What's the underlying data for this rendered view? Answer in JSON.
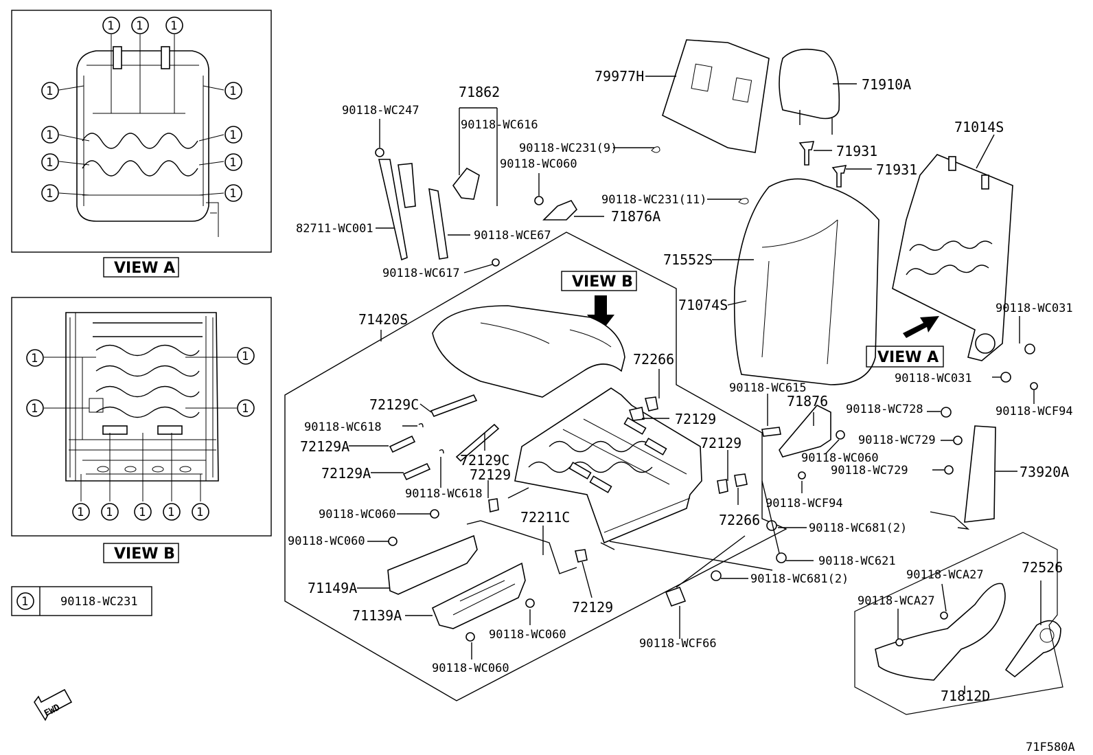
{
  "diagram": {
    "code": "71F580A",
    "view_a_title": "VIEW A",
    "view_b_title": "VIEW B",
    "view_b_arrow_label": "VIEW B",
    "view_a_arrow_label": "VIEW A",
    "fwd_label": "FWD",
    "callout_symbol": "1",
    "legend": {
      "symbol": "1",
      "part": "90118-WC231"
    }
  },
  "labels": {
    "p79977H": "79977H",
    "p71910A": "71910A",
    "p71931a": "71931",
    "p71931b": "71931",
    "p71014S": "71014S",
    "p71862": "71862",
    "pWC247": "90118-WC247",
    "pWC616": "90118-WC616",
    "pWC231_9": "90118-WC231(9)",
    "pWC060a": "90118-WC060",
    "pWC231_11": "90118-WC231(11)",
    "p71876A": "71876A",
    "p82711": "82711-WC001",
    "pWCE67": "90118-WCE67",
    "pWC617": "90118-WC617",
    "p71552S": "71552S",
    "p71074S": "71074S",
    "pWC031a": "90118-WC031",
    "pWC031b": "90118-WC031",
    "pWCF94a": "90118-WCF94",
    "p71420S": "71420S",
    "p72266a": "72266",
    "p72129C_a": "72129C",
    "pWC618a": "90118-WC618",
    "p72129a": "72129",
    "p72129A_a": "72129A",
    "p72129C_b": "72129C",
    "p72129b": "72129",
    "p72129A_b": "72129A",
    "p72129c": "72129",
    "pWC618b": "90118-WC618",
    "pWC615": "90118-WC615",
    "p71876": "71876",
    "pWC728": "90118-WC728",
    "pWC729a": "90118-WC729",
    "pWC729b": "90118-WC729",
    "p73920A": "73920A",
    "pWC060b": "90118-WC060",
    "pWCF94b": "90118-WCF94",
    "p72266b": "72266",
    "pWC060c": "90118-WC060",
    "p72211C": "72211C",
    "pWC060d": "90118-WC060",
    "pWC681a": "90118-WC681(2)",
    "pWC621": "90118-WC621",
    "pWC681b": "90118-WC681(2)",
    "p71149A": "71149A",
    "p71139A": "71139A",
    "pWC060e": "90118-WC060",
    "p72129d": "72129",
    "pWC060f": "90118-WC060",
    "pWCF66": "90118-WCF66",
    "p72526": "72526",
    "pWCA27a": "90118-WCA27",
    "pWCA27b": "90118-WCA27",
    "p71812D": "71812D"
  }
}
